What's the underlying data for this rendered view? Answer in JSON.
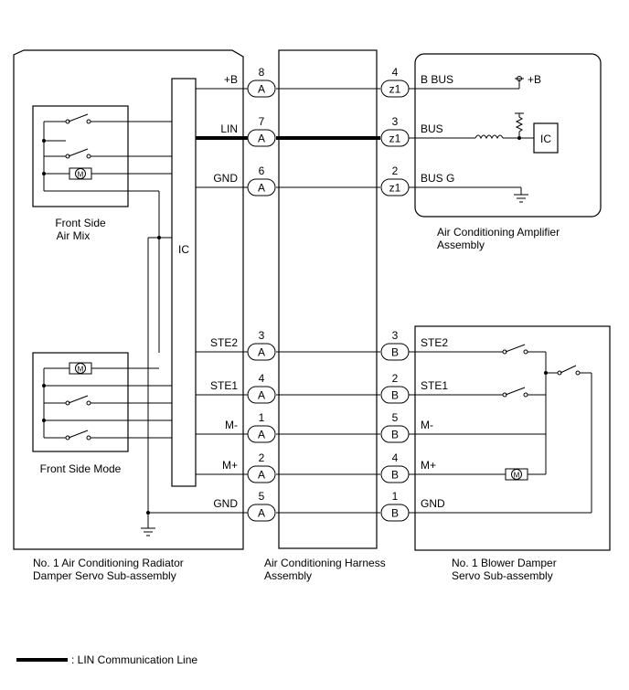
{
  "left_module": {
    "title_line1": "No. 1 Air Conditioning Radiator",
    "title_line2": "Damper Servo Sub-assembly",
    "ic_label": "IC",
    "air_mix_line1": "Front Side",
    "air_mix_line2": "Air Mix",
    "mode_label": "Front Side Mode",
    "motor_glyph": "M"
  },
  "harness": {
    "title_line1": "Air Conditioning Harness",
    "title_line2": "Assembly"
  },
  "amplifier": {
    "title_line1": "Air Conditioning Amplifier",
    "title_line2": "Assembly",
    "plus_b": "+B",
    "ic_label": "IC"
  },
  "blower_servo": {
    "title_line1": "No. 1 Blower Damper",
    "title_line2": "Servo Sub-assembly",
    "motor_glyph": "M"
  },
  "left_pins": [
    {
      "signal": "+B",
      "pin": "8",
      "conn": "A"
    },
    {
      "signal": "LIN",
      "pin": "7",
      "conn": "A"
    },
    {
      "signal": "GND",
      "pin": "6",
      "conn": "A"
    },
    {
      "signal": "STE2",
      "pin": "3",
      "conn": "A"
    },
    {
      "signal": "STE1",
      "pin": "4",
      "conn": "A"
    },
    {
      "signal": "M-",
      "pin": "1",
      "conn": "A"
    },
    {
      "signal": "M+",
      "pin": "2",
      "conn": "A"
    },
    {
      "signal": "GND",
      "pin": "5",
      "conn": "A"
    }
  ],
  "right_pins": [
    {
      "signal": "B BUS",
      "pin": "4",
      "conn": "z1"
    },
    {
      "signal": "BUS",
      "pin": "3",
      "conn": "z1"
    },
    {
      "signal": "BUS G",
      "pin": "2",
      "conn": "z1"
    },
    {
      "signal": "STE2",
      "pin": "3",
      "conn": "B"
    },
    {
      "signal": "STE1",
      "pin": "2",
      "conn": "B"
    },
    {
      "signal": "M-",
      "pin": "5",
      "conn": "B"
    },
    {
      "signal": "M+",
      "pin": "4",
      "conn": "B"
    },
    {
      "signal": "GND",
      "pin": "1",
      "conn": "B"
    }
  ],
  "legend": {
    "text": ": LIN Communication Line"
  }
}
